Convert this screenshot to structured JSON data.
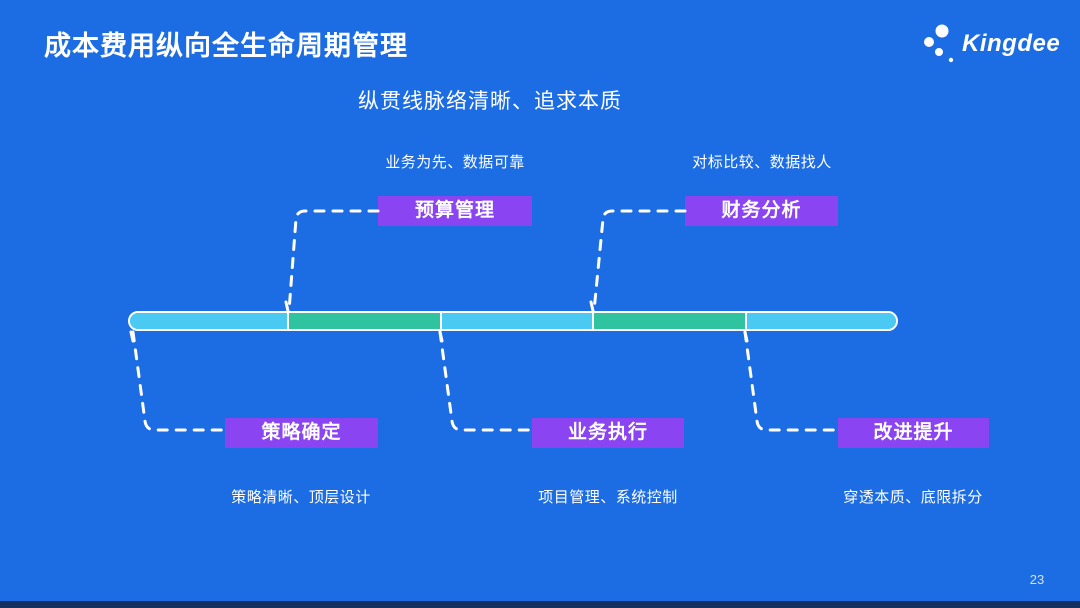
{
  "slide": {
    "title": "成本费用纵向全生命周期管理",
    "subtitle": "纵贯线脉络清晰、追求本质",
    "page_number": "23"
  },
  "logo": {
    "text": "Kingdee",
    "icon": "kingdee-dots-icon"
  },
  "colors": {
    "background": "#1C6CE3",
    "stage_box": "#8A44F2",
    "bar_cyan": "#4AC9F2",
    "bar_green": "#2FC3A0",
    "text": "#FFFFFF"
  },
  "diagram": {
    "top_stages": [
      {
        "label": "预算管理",
        "caption": "业务为先、数据可靠"
      },
      {
        "label": "财务分析",
        "caption": "对标比较、数据找人"
      }
    ],
    "bottom_stages": [
      {
        "label": "策略确定",
        "caption": "策略清晰、顶层设计"
      },
      {
        "label": "业务执行",
        "caption": "项目管理、系统控制"
      },
      {
        "label": "改进提升",
        "caption": "穿透本质、底限拆分"
      }
    ]
  }
}
